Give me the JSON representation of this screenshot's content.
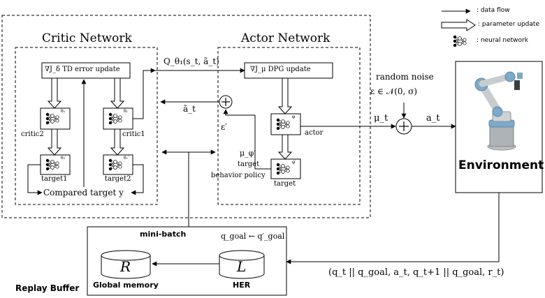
{
  "legend": {
    "data_flow": ": data flow",
    "parameter_update": ": parameter update",
    "neural_network": ": neural network"
  },
  "critic": {
    "title": "Critic Network",
    "td_update": "∇J_δ  TD error update",
    "critic2": "critic2",
    "critic1": "critic1",
    "target1": "target1",
    "target2": "target2",
    "compared_target": "Compared target y",
    "theta2": "θ₂",
    "theta1": "θ₁",
    "theta2p": "θ₂′",
    "theta1p": "θ₁′"
  },
  "actor": {
    "title": "Actor Network",
    "dpg_update": "∇J_μ  DPG update",
    "actor": "actor",
    "target": "target",
    "mu_phi_prime": "μ_φ′",
    "target_behavior1": "target",
    "target_behavior2": "behavior policy",
    "phi": "φ",
    "phi_prime": "φ′"
  },
  "signals": {
    "q_theta": "Q_θ₁(s_t, ã_t)",
    "a_tilde": "ã_t",
    "epsilon_prime": "ε′",
    "mu_t": "μ_t",
    "a_t": "a_t",
    "random_noise": "random noise",
    "noise_dist": "ε ∈ 𝒩(0, σ)",
    "transition": "(q_t || q_goal, a_t, q_t+1 || q_goal, r_t)",
    "q_goal_update": "q_goal ← q′_goal",
    "mini_batch": "mini-batch"
  },
  "environment": {
    "label": "Environment"
  },
  "replay": {
    "title": "Replay Buffer",
    "global_memory": "Global memory",
    "her": "HER",
    "r_symbol": "R",
    "l_symbol": "L"
  }
}
